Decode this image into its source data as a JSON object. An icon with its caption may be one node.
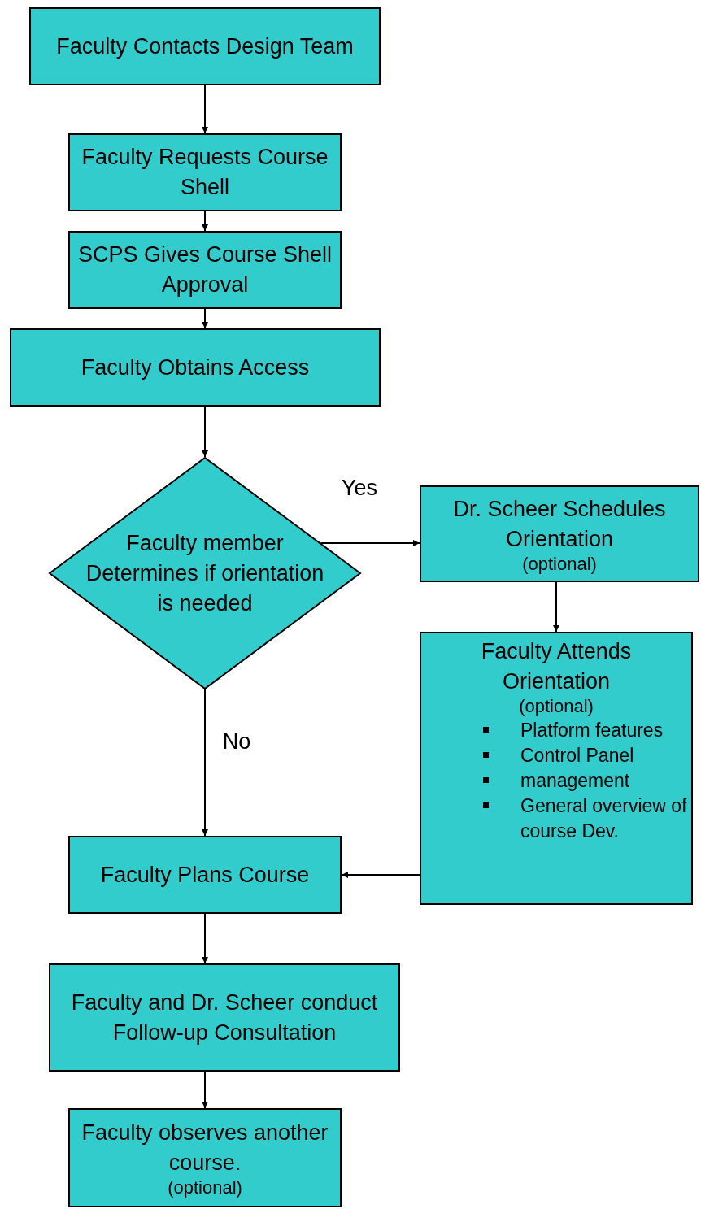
{
  "diagram": {
    "nodes": [
      {
        "text": [
          "Faculty Contacts Design Team"
        ]
      },
      {
        "text": [
          "Faculty Requests Course Shell"
        ]
      },
      {
        "text": [
          "SCPS Gives Course Shell Approval"
        ]
      },
      {
        "text": [
          "Faculty Obtains Access"
        ]
      },
      {
        "text": [
          "Faculty member Determines if orientation is needed"
        ]
      },
      {
        "text": [
          "Dr. Scheer Schedules Orientation",
          "(optional)"
        ]
      },
      {
        "text": [
          "Faculty Attends Orientation",
          "(optional)",
          "Platform features",
          "Control Panel",
          "management",
          "General overview of course Dev."
        ]
      },
      {
        "text": [
          "Faculty Plans Course"
        ]
      },
      {
        "text": [
          "Faculty and Dr. Scheer conduct Follow-up Consultation"
        ]
      },
      {
        "text": [
          "Faculty observes another course.",
          "(optional)"
        ]
      }
    ],
    "edges": [
      {
        "from": 0,
        "to": 1,
        "arrow": "to"
      },
      {
        "from": 1,
        "to": 2,
        "arrow": "to"
      },
      {
        "from": 2,
        "to": 3,
        "arrow": "to"
      },
      {
        "from": 3,
        "to": 4,
        "arrow": "to"
      },
      {
        "from": 4,
        "to": 5,
        "arrow": "to",
        "label": "Yes"
      },
      {
        "from": 5,
        "to": 6,
        "arrow": "to"
      },
      {
        "from": 4,
        "to": 7,
        "arrow": "to",
        "label": "No"
      },
      {
        "from": 6,
        "to": 7,
        "arrow": "to"
      },
      {
        "from": 7,
        "to": 8,
        "arrow": "to"
      },
      {
        "from": 8,
        "to": 9,
        "arrow": "to"
      }
    ]
  }
}
